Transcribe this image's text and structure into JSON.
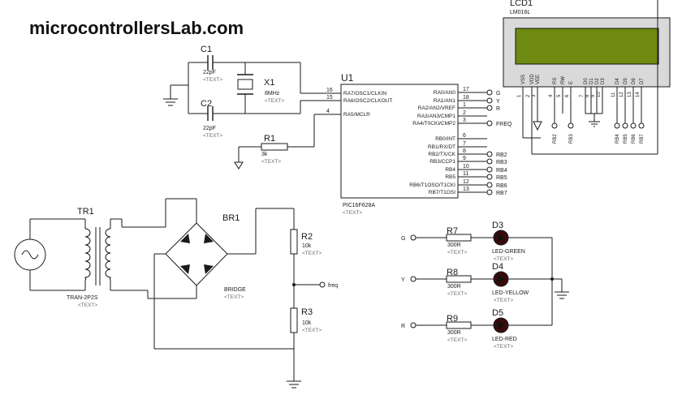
{
  "title": "microcontrollersLab.com",
  "lcd": {
    "ref": "LCD1",
    "model": "LM016L",
    "screen_color": "#6e8a10",
    "pins": [
      "VSS",
      "VDD",
      "VEE",
      "RS",
      "RW",
      "E",
      "D0",
      "D1",
      "D2",
      "D3",
      "D4",
      "D5",
      "D6",
      "D7"
    ],
    "pin_numbers": [
      "1",
      "2",
      "3",
      "4",
      "5",
      "6",
      "7",
      "8",
      "9",
      "10",
      "11",
      "12",
      "13",
      "14"
    ],
    "net_labels": [
      "RB2",
      "RB3",
      "RB4",
      "RB5",
      "RB6",
      "RB7"
    ]
  },
  "mcu": {
    "ref": "U1",
    "model": "PIC16F628A",
    "placeholder": "<TEXT>",
    "left_pins": [
      {
        "num": "16",
        "name": "RA7/OSC1/CLKIN"
      },
      {
        "num": "15",
        "name": "RA6/OSC2/CLKOUT"
      },
      {
        "num": "4",
        "name": "RA5/MCLR"
      }
    ],
    "right_pins": [
      {
        "num": "17",
        "name": "RA0/AN0",
        "net": "G"
      },
      {
        "num": "18",
        "name": "RA1/AN1",
        "net": "Y"
      },
      {
        "num": "1",
        "name": "RA2/AN2/VREF",
        "net": "R"
      },
      {
        "num": "2",
        "name": "RA3/AN3/CMP1",
        "net": ""
      },
      {
        "num": "3",
        "name": "RA4/T0CKI/CMP2",
        "net": "FREQ"
      },
      {
        "num": "6",
        "name": "RB0/INT",
        "net": ""
      },
      {
        "num": "7",
        "name": "RB1/RX/DT",
        "net": ""
      },
      {
        "num": "8",
        "name": "RB2/TX/CK",
        "net": "RB2"
      },
      {
        "num": "9",
        "name": "RB3/CCP1",
        "net": "RB3"
      },
      {
        "num": "10",
        "name": "RB4",
        "net": "RB4"
      },
      {
        "num": "11",
        "name": "RB5",
        "net": "RB5"
      },
      {
        "num": "12",
        "name": "RB6/T1OSO/T1CKI",
        "net": "RB6"
      },
      {
        "num": "13",
        "name": "RB7/T1OSI",
        "net": "RB7"
      }
    ]
  },
  "c1": {
    "ref": "C1",
    "value": "22pF",
    "placeholder": "<TEXT>"
  },
  "c2": {
    "ref": "C2",
    "value": "22pF",
    "placeholder": "<TEXT>"
  },
  "x1": {
    "ref": "X1",
    "value": "8MHz",
    "placeholder": "<TEXT>"
  },
  "r1": {
    "ref": "R1",
    "value": "3k",
    "placeholder": "<TEXT>"
  },
  "tr1": {
    "ref": "TR1",
    "model": "TRAN-2P2S",
    "placeholder": "<TEXT>"
  },
  "br1": {
    "ref": "BR1",
    "model": "BRIDGE",
    "placeholder": "<TEXT>"
  },
  "r2": {
    "ref": "R2",
    "value": "10k",
    "placeholder": "<TEXT>"
  },
  "r3": {
    "ref": "R3",
    "value": "10k",
    "placeholder": "<TEXT>"
  },
  "freq_label": "freq",
  "leds": [
    {
      "net": "G",
      "res_ref": "R7",
      "res_value": "300R",
      "res_placeholder": "<TEXT>",
      "led_ref": "D3",
      "led_model": "LED-GREEN",
      "led_placeholder": "<TEXT>"
    },
    {
      "net": "Y",
      "res_ref": "R8",
      "res_value": "300R",
      "res_placeholder": "<TEXT>",
      "led_ref": "D4",
      "led_model": "LED-YELLOW",
      "led_placeholder": "<TEXT>"
    },
    {
      "net": "R",
      "res_ref": "R9",
      "res_value": "300R",
      "res_placeholder": "<TEXT>",
      "led_ref": "D5",
      "led_model": "LED-RED",
      "led_placeholder": "<TEXT>"
    }
  ],
  "colors": {
    "wire": "#1a1a1a",
    "terminal": "#2e8b57",
    "led_off": "#3a0a0a",
    "placeholder": "#6b6b6b"
  }
}
